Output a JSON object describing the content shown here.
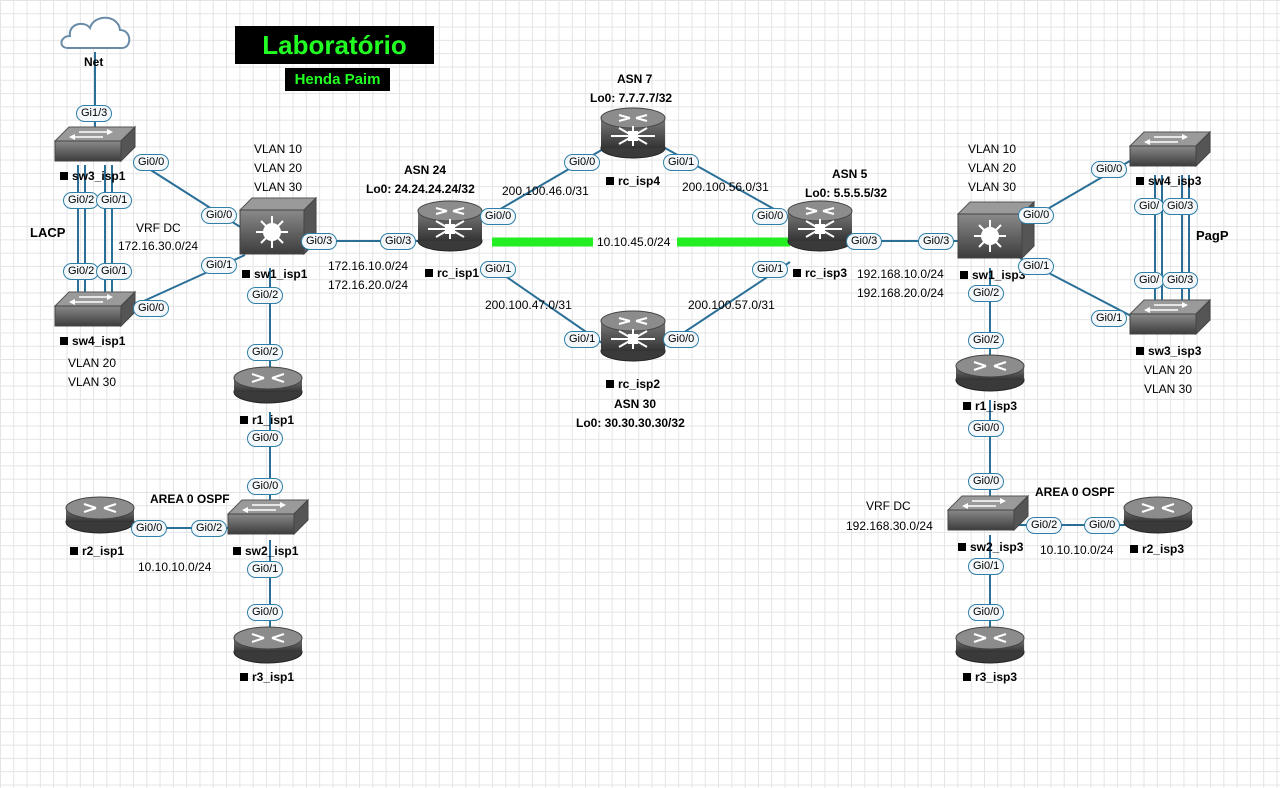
{
  "title": "Laboratório",
  "author": "Henda Paim",
  "devices": {
    "net": "Net",
    "sw3_isp1": "sw3_isp1",
    "sw4_isp1": "sw4_isp1",
    "sw1_isp1": "sw1_isp1",
    "r1_isp1": "r1_isp1",
    "sw2_isp1": "sw2_isp1",
    "r2_isp1": "r2_isp1",
    "r3_isp1": "r3_isp1",
    "rc_isp1": "rc_isp1",
    "rc_isp4": "rc_isp4",
    "rc_isp2": "rc_isp2",
    "rc_isp3": "rc_isp3",
    "sw1_isp3": "sw1_isp3",
    "sw4_isp3": "sw4_isp3",
    "sw3_isp3": "sw3_isp3",
    "r1_isp3": "r1_isp3",
    "sw2_isp3": "sw2_isp3",
    "r2_isp3": "r2_isp3",
    "r3_isp3": "r3_isp3"
  },
  "labels": {
    "lacp": "LACP",
    "pagp": "PagP",
    "vlans_sw1_isp1": "VLAN 10\nVLAN 20\nVLAN 30",
    "vlans_sw4_isp1": "VLAN 20\nVLAN 30",
    "vrf_isp1": "VRF DC",
    "vrf_isp1_net": "172.16.30.0/24",
    "isp1_nets": "172.16.10.0/24\n172.16.20.0/24",
    "asn24": "ASN 24",
    "lo_asn24": "Lo0: 24.24.24.24/32",
    "asn7": "ASN 7",
    "lo_asn7": "Lo0: 7.7.7.7/32",
    "asn30": "ASN 30",
    "lo_asn30": "Lo0: 30.30.30.30/32",
    "asn5": "ASN 5",
    "lo_asn5": "Lo0: 5.5.5.5/32",
    "net_46": "200.100.46.0/31",
    "net_56": "200.100.56.0/31",
    "net_47": "200.100.47.0/31",
    "net_57": "200.100.57.0/31",
    "net_45": "10.10.45.0/24",
    "vlans_sw1_isp3": "VLAN 10\nVLAN 20\nVLAN 30",
    "isp3_nets": "192.168.10.0/24\n192.168.20.0/24",
    "vlans_sw3_isp3": "VLAN 20\nVLAN 30",
    "area0_isp1": "AREA 0 OSPF",
    "net_10_isp1": "10.10.10.0/24",
    "vrf_isp3": "VRF DC",
    "vrf_isp3_net": "192.168.30.0/24",
    "area0_isp3": "AREA 0 OSPF",
    "net_10_isp3": "10.10.10.0/24"
  },
  "ports": [
    "Gi1/3",
    "Gi0/0",
    "Gi0/2",
    "Gi0/1",
    "Gi0/2",
    "Gi0/1",
    "Gi0/0",
    "Gi0/0",
    "Gi0/1",
    "Gi0/3",
    "Gi0/2",
    "Gi0/2",
    "Gi0/0",
    "Gi0/0",
    "Gi0/0",
    "Gi0/2",
    "Gi0/1",
    "Gi0/0",
    "Gi0/3",
    "Gi0/0",
    "Gi0/1",
    "Gi0/0",
    "Gi0/1",
    "Gi0/1",
    "Gi0/0",
    "Gi0/0",
    "Gi0/1",
    "Gi0/3",
    "Gi0/3",
    "Gi0/0",
    "Gi0/1",
    "Gi0/0",
    "Gi0/",
    "Gi0/3",
    "Gi0/",
    "Gi0/3",
    "Gi0/1",
    "Gi0/2",
    "Gi0/2",
    "Gi0/0",
    "Gi0/0",
    "Gi0/2",
    "Gi0/0",
    "Gi0/1",
    "Gi0/0"
  ],
  "colors": {
    "link": "#2a6f97",
    "ebgp_link": "#22ee22",
    "title_bg": "#000000",
    "title_fg": "#22ff22",
    "port_border": "#2f7fa8"
  }
}
